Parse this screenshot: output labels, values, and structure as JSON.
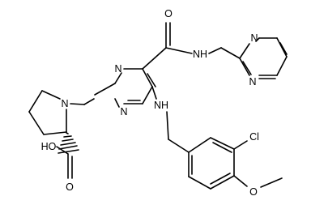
{
  "molecule": {
    "atoms": [
      {
        "id": "o_amide",
        "label": "O"
      },
      {
        "id": "n_amide",
        "label": "NH"
      },
      {
        "id": "n_pyr_a",
        "label": "N"
      },
      {
        "id": "n_pyr_b",
        "label": "N"
      },
      {
        "id": "n_pym_1",
        "label": "N"
      },
      {
        "id": "n_pym_3",
        "label": "N"
      },
      {
        "id": "n_prol",
        "label": "N"
      },
      {
        "id": "n_amine",
        "label": "NH"
      },
      {
        "id": "cl",
        "label": "Cl"
      },
      {
        "id": "o_methoxy",
        "label": "O"
      },
      {
        "id": "oh_acid",
        "label": "HO"
      },
      {
        "id": "o_acid",
        "label": "O"
      }
    ],
    "stereo_bonds": [
      {
        "from": "proline-c2",
        "to": "carboxyl-c",
        "type": "hashed-wedge"
      }
    ]
  },
  "colors": {
    "bond": "#000000",
    "text": "#000000",
    "background": "#ffffff"
  }
}
